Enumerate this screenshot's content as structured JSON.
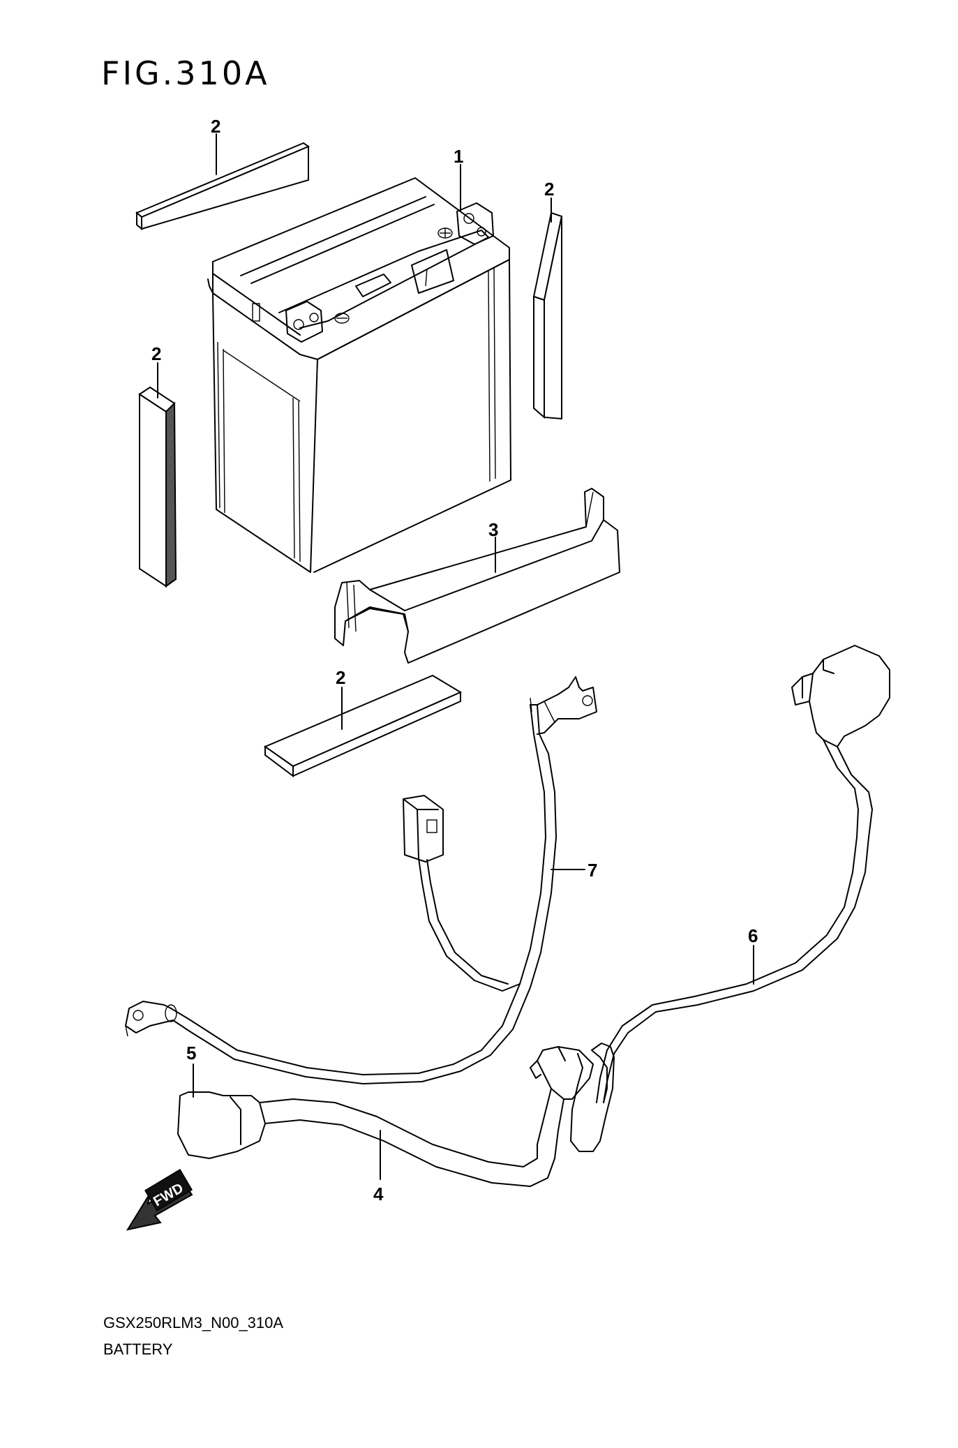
{
  "figure": {
    "title": "FIG.310A",
    "code": "GSX250RLM3_N00_310A",
    "name": "BATTERY"
  },
  "callouts": {
    "battery": "1",
    "pad_top_left": "2",
    "pad_right": "2",
    "pad_left": "2",
    "pad_bottom": "2",
    "holder": "3",
    "lead_minus": "4",
    "cap_5": "5",
    "lead_plus": "6",
    "wire_7": "7"
  },
  "fwd_label": "FWD"
}
